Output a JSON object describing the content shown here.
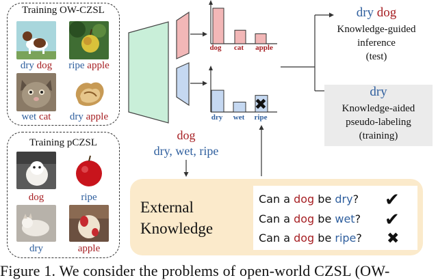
{
  "figure": {
    "panel_owczsl": {
      "title": "Training OW-CZSL",
      "images": [
        {
          "attr": "dry",
          "obj": "dog"
        },
        {
          "attr": "ripe",
          "obj": "apple"
        },
        {
          "attr": "wet",
          "obj": "cat"
        },
        {
          "attr": "dry",
          "obj": "apple"
        }
      ]
    },
    "panel_pczsl": {
      "title": "Training pCZSL",
      "labels": [
        "dog",
        "ripe",
        "dry",
        "apple"
      ]
    },
    "chart_top": {
      "categories": [
        "dog",
        "cat",
        "apple"
      ],
      "values": [
        1.0,
        0.38,
        0.28
      ],
      "color": "#f2b7b7",
      "label_color": "#a61e22"
    },
    "chart_bottom": {
      "categories": [
        "dry",
        "wet",
        "ripe"
      ],
      "values": [
        0.55,
        0.25,
        0.42
      ],
      "color": "#c5d8f1",
      "label_color": "#2f5f9e",
      "crossed": "ripe"
    },
    "mid_label": {
      "object": "dog",
      "attributes": "dry, wet, ripe"
    },
    "inference": {
      "attr": "dry",
      "obj": "dog",
      "lines": [
        "Knowledge-guided",
        "inference",
        "(test)"
      ]
    },
    "pseudo": {
      "attr": "dry",
      "lines": [
        "Knowledge-aided",
        "pseudo-labeling",
        "(training)"
      ]
    },
    "knowledge": {
      "title_line1": "External",
      "title_line2": "Knowledge",
      "questions": [
        {
          "prefix": "Can a ",
          "obj": "dog",
          "mid": " be ",
          "attr": "dry",
          "suffix": "?",
          "mark": "✔"
        },
        {
          "prefix": "Can a ",
          "obj": "dog",
          "mid": " be ",
          "attr": "wet",
          "suffix": "?",
          "mark": "✔"
        },
        {
          "prefix": "Can a ",
          "obj": "dog",
          "mid": " be ",
          "attr": "ripe",
          "suffix": "?",
          "mark": "✖"
        }
      ]
    },
    "colors": {
      "attribute": "#2f5f9e",
      "object": "#a61e22",
      "encoder": "#c9efd9",
      "head_top": "#f2b7b7",
      "head_bottom": "#c5d8f1",
      "knowledge_bg": "#fbeacb",
      "pseudo_bg": "#ebebeb"
    },
    "caption": "Figure 1.  We consider the problems of open-world CZSL (OW-"
  }
}
